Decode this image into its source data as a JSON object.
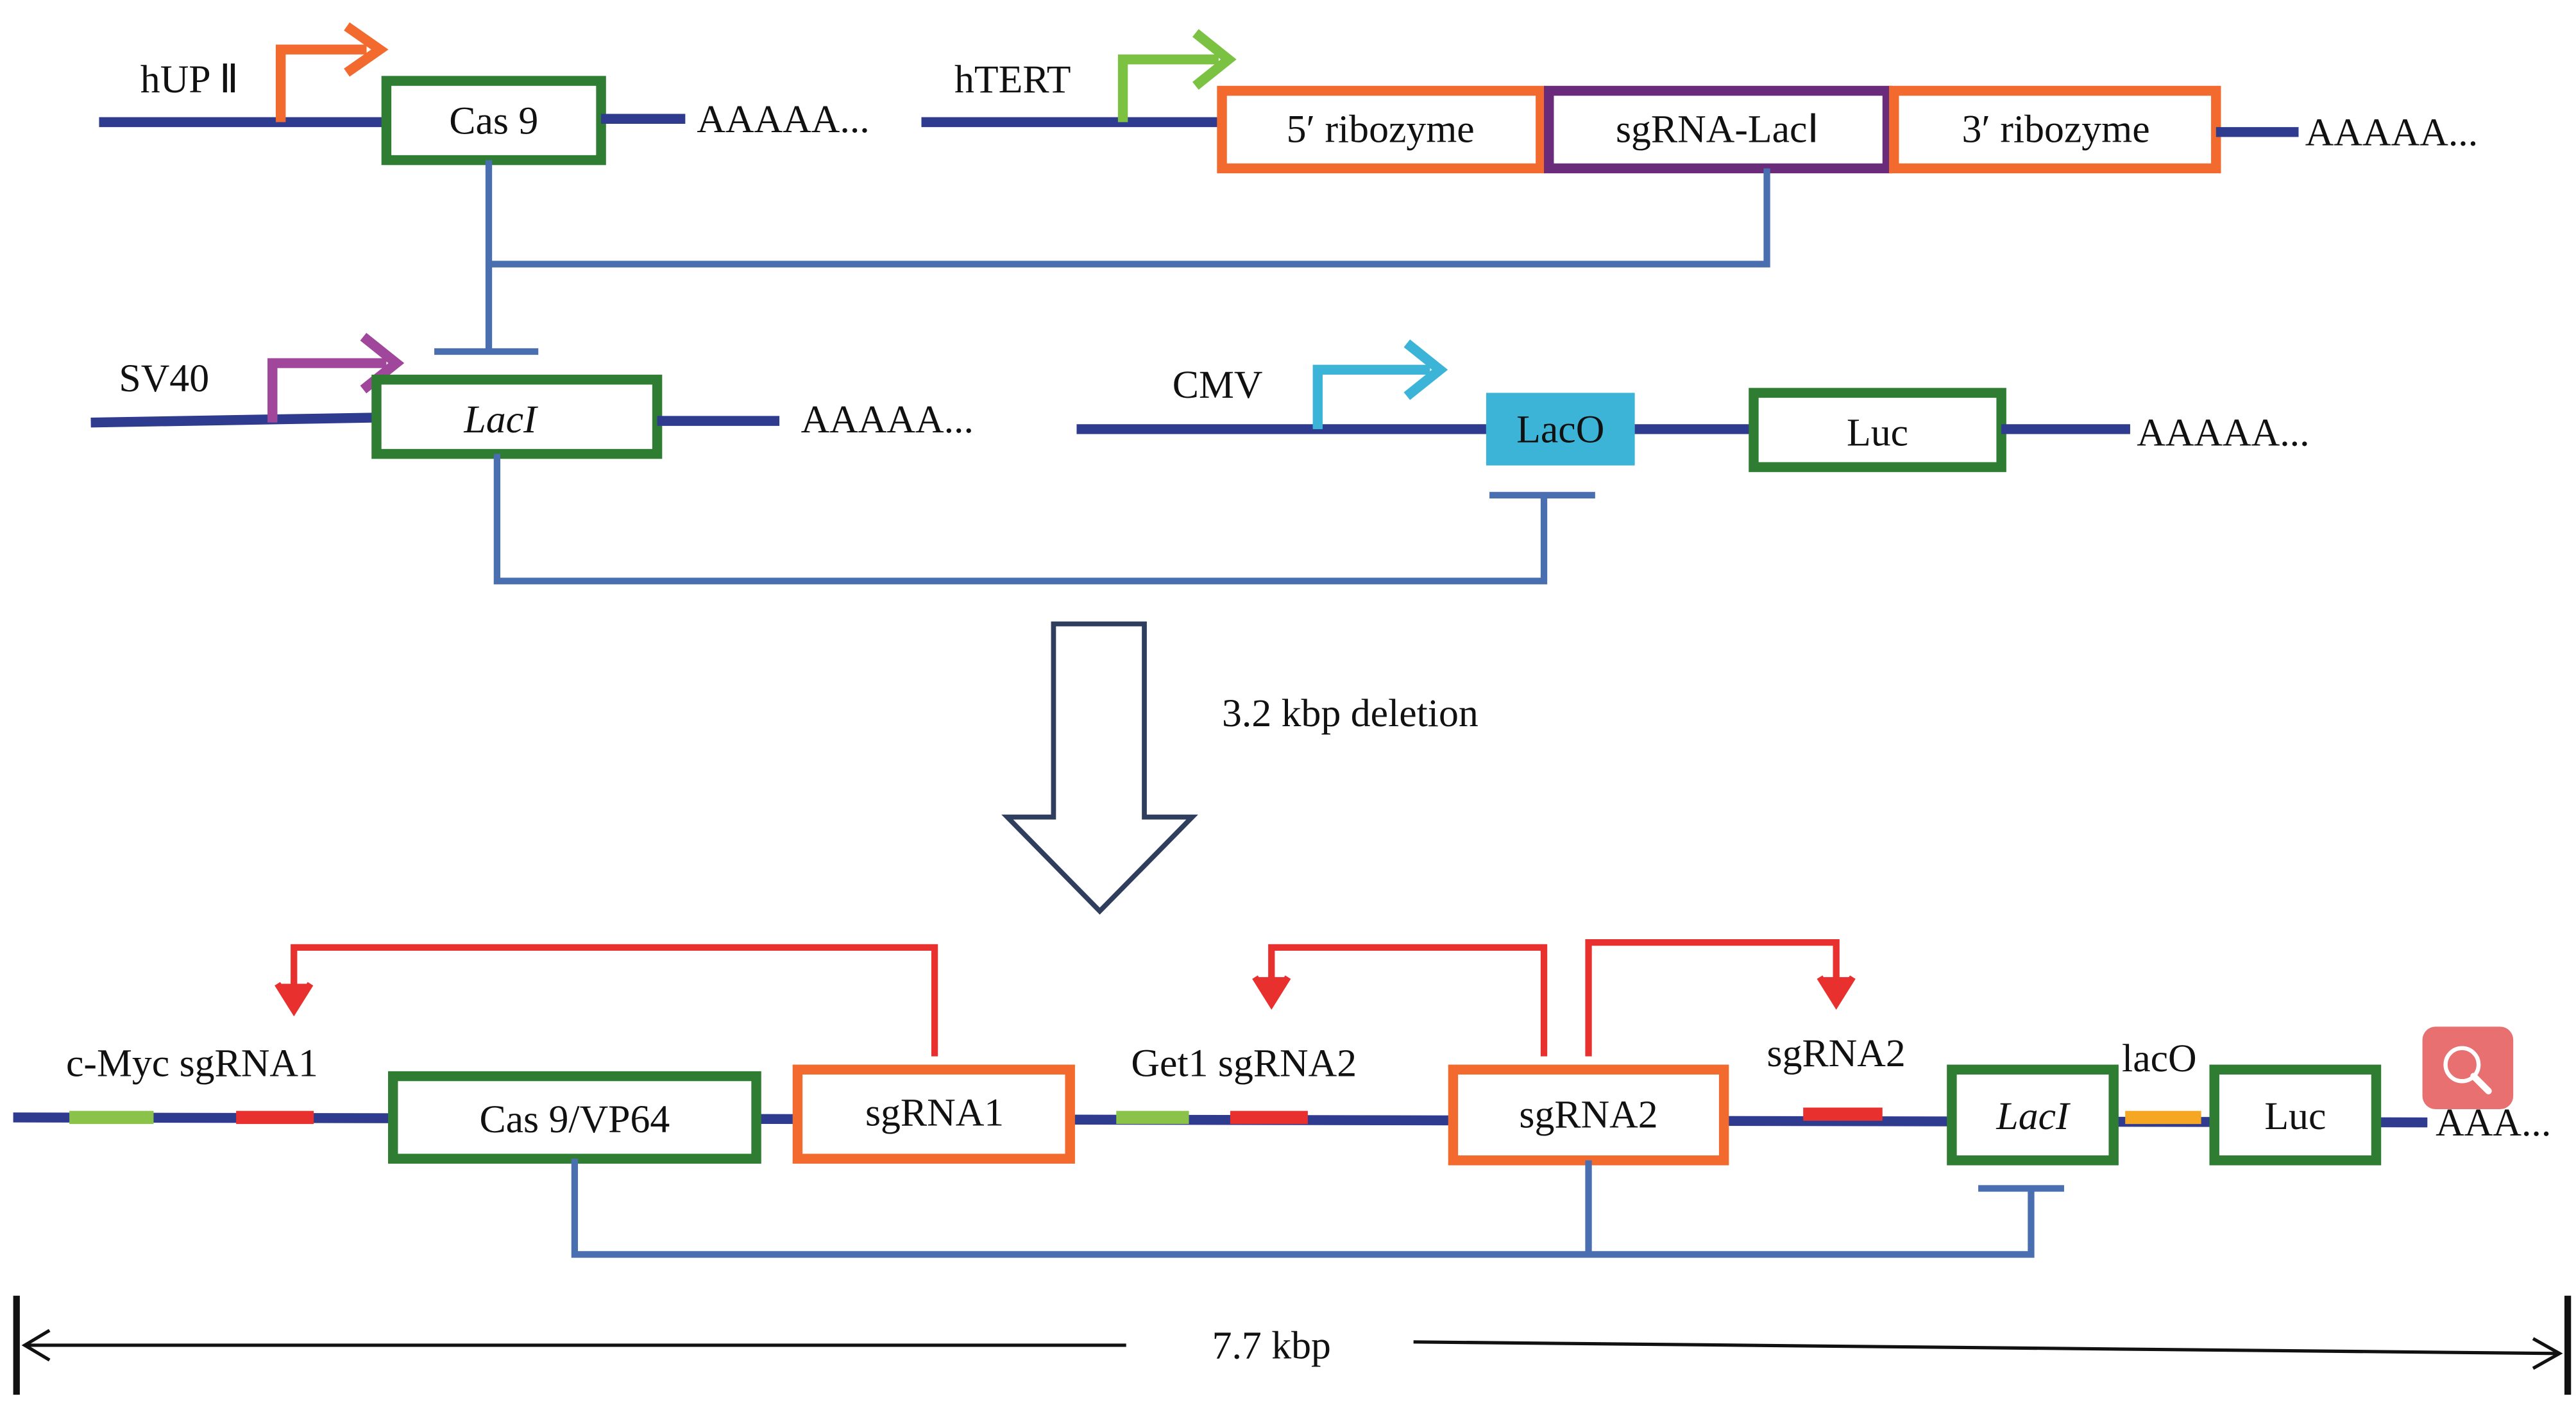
{
  "colors": {
    "dna": "#2e3b8f",
    "connector": "#4a6fb0",
    "gene_box": "#2e7d32",
    "ribozyme_box": "#f26a2e",
    "sgrna_box": "#6a2c7a",
    "laco": "#3cb4d8",
    "cut_arrow": "#e8312f",
    "target_green": "#8bc34a",
    "target_red": "#e8312f",
    "laco_site": "#f5a623",
    "zoom_button": "#e87070"
  },
  "top": {
    "hup2_label": "hUP Ⅱ",
    "cas9_label": "Cas 9",
    "polyA_1": "AAAAA...",
    "htert_label": "hTERT",
    "ribozyme5_label": "5′ ribozyme",
    "sgrna_laci_label": "sgRNA-LacⅠ",
    "ribozyme3_label": "3′ ribozyme",
    "polyA_2": "AAAAA...",
    "sv40_label": "SV40",
    "laci_label": "LacI",
    "polyA_3": "AAAAA...",
    "cmv_label": "CMV",
    "laco_label": "LacO",
    "luc_label": "Luc",
    "polyA_4": "AAAAA..."
  },
  "transition": {
    "label": "3.2 kbp deletion"
  },
  "bottom": {
    "cmyc_label": "c-Myc sgRNA1",
    "cas9vp64_label": "Cas 9/VP64",
    "sgrna1_label": "sgRNA1",
    "get1_label": "Get1 sgRNA2",
    "sgrna2_label": "sgRNA2",
    "sgrna2_site_label": "sgRNA2",
    "laci_label": "LacI",
    "laco_label": "lacO",
    "luc_label": "Luc",
    "polyA": "AAA...",
    "length_label": "7.7 kbp"
  },
  "overlay": {
    "icon": "magnifier-icon"
  }
}
